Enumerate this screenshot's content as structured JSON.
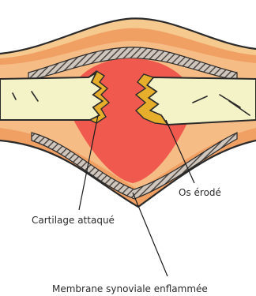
{
  "diagram": {
    "labels": {
      "eroded_bone": "Os érodé",
      "attacked_cartilage": "Cartilage attaqué",
      "inflamed_synovium": "Membrane synoviale enflammée"
    },
    "colors": {
      "bone": "#f4f2c7",
      "cartilage": "#e6ae2a",
      "synovial_fluid": "#f05a4e",
      "capsule_outer": "#f6c98f",
      "capsule_mid": "#f1a064",
      "capsule_inner": "#f6bc86",
      "hatch": "#6b645e",
      "outline": "#2a2a2a"
    }
  }
}
